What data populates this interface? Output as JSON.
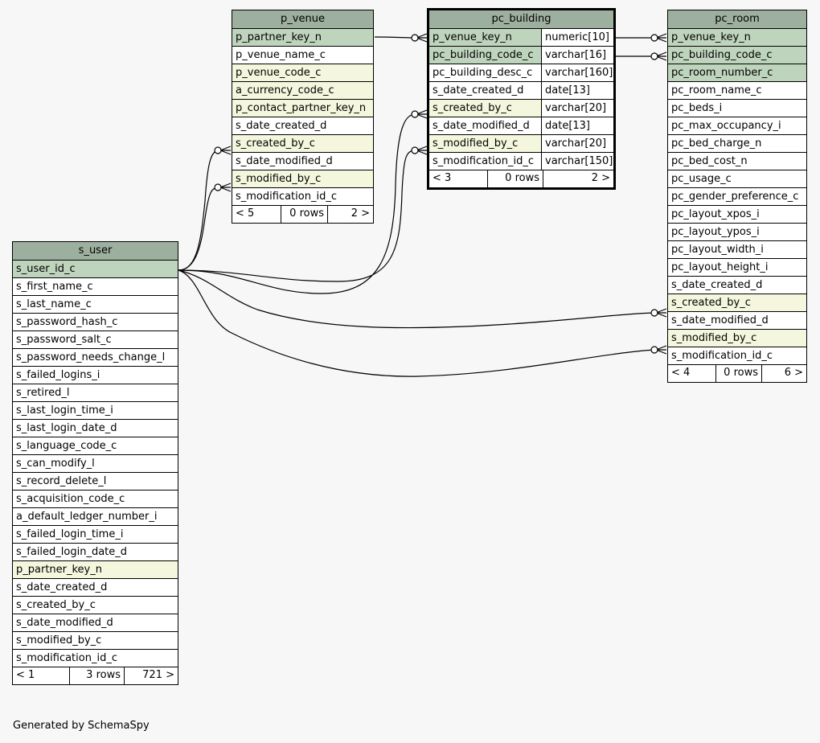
{
  "tables": {
    "p_venue": {
      "name": "p_venue",
      "columns": [
        {
          "name": "p_partner_key_n",
          "kind": "pk"
        },
        {
          "name": "p_venue_name_c",
          "kind": ""
        },
        {
          "name": "p_venue_code_c",
          "kind": "fk"
        },
        {
          "name": "a_currency_code_c",
          "kind": "fk"
        },
        {
          "name": "p_contact_partner_key_n",
          "kind": "fk"
        },
        {
          "name": "s_date_created_d",
          "kind": ""
        },
        {
          "name": "s_created_by_c",
          "kind": "fk"
        },
        {
          "name": "s_date_modified_d",
          "kind": ""
        },
        {
          "name": "s_modified_by_c",
          "kind": "fk"
        },
        {
          "name": "s_modification_id_c",
          "kind": ""
        }
      ],
      "footer": {
        "parents": "< 5",
        "rows": "0 rows",
        "children": "2 >"
      }
    },
    "pc_building": {
      "name": "pc_building",
      "columns": [
        {
          "name": "p_venue_key_n",
          "type": "numeric[10]",
          "kind": "pk"
        },
        {
          "name": "pc_building_code_c",
          "type": "varchar[16]",
          "kind": "pk"
        },
        {
          "name": "pc_building_desc_c",
          "type": "varchar[160]",
          "kind": ""
        },
        {
          "name": "s_date_created_d",
          "type": "date[13]",
          "kind": ""
        },
        {
          "name": "s_created_by_c",
          "type": "varchar[20]",
          "kind": "fk"
        },
        {
          "name": "s_date_modified_d",
          "type": "date[13]",
          "kind": ""
        },
        {
          "name": "s_modified_by_c",
          "type": "varchar[20]",
          "kind": "fk"
        },
        {
          "name": "s_modification_id_c",
          "type": "varchar[150]",
          "kind": ""
        }
      ],
      "footer": {
        "parents": "< 3",
        "rows": "0 rows",
        "children": "2 >"
      }
    },
    "pc_room": {
      "name": "pc_room",
      "columns": [
        {
          "name": "p_venue_key_n",
          "kind": "pk"
        },
        {
          "name": "pc_building_code_c",
          "kind": "pk"
        },
        {
          "name": "pc_room_number_c",
          "kind": "pk"
        },
        {
          "name": "pc_room_name_c",
          "kind": ""
        },
        {
          "name": "pc_beds_i",
          "kind": ""
        },
        {
          "name": "pc_max_occupancy_i",
          "kind": ""
        },
        {
          "name": "pc_bed_charge_n",
          "kind": ""
        },
        {
          "name": "pc_bed_cost_n",
          "kind": ""
        },
        {
          "name": "pc_usage_c",
          "kind": ""
        },
        {
          "name": "pc_gender_preference_c",
          "kind": ""
        },
        {
          "name": "pc_layout_xpos_i",
          "kind": ""
        },
        {
          "name": "pc_layout_ypos_i",
          "kind": ""
        },
        {
          "name": "pc_layout_width_i",
          "kind": ""
        },
        {
          "name": "pc_layout_height_i",
          "kind": ""
        },
        {
          "name": "s_date_created_d",
          "kind": ""
        },
        {
          "name": "s_created_by_c",
          "kind": "fk"
        },
        {
          "name": "s_date_modified_d",
          "kind": ""
        },
        {
          "name": "s_modified_by_c",
          "kind": "fk"
        },
        {
          "name": "s_modification_id_c",
          "kind": ""
        }
      ],
      "footer": {
        "parents": "< 4",
        "rows": "0 rows",
        "children": "6 >"
      }
    },
    "s_user": {
      "name": "s_user",
      "columns": [
        {
          "name": "s_user_id_c",
          "kind": "pk"
        },
        {
          "name": "s_first_name_c",
          "kind": ""
        },
        {
          "name": "s_last_name_c",
          "kind": ""
        },
        {
          "name": "s_password_hash_c",
          "kind": ""
        },
        {
          "name": "s_password_salt_c",
          "kind": ""
        },
        {
          "name": "s_password_needs_change_l",
          "kind": ""
        },
        {
          "name": "s_failed_logins_i",
          "kind": ""
        },
        {
          "name": "s_retired_l",
          "kind": ""
        },
        {
          "name": "s_last_login_time_i",
          "kind": ""
        },
        {
          "name": "s_last_login_date_d",
          "kind": ""
        },
        {
          "name": "s_language_code_c",
          "kind": ""
        },
        {
          "name": "s_can_modify_l",
          "kind": ""
        },
        {
          "name": "s_record_delete_l",
          "kind": ""
        },
        {
          "name": "s_acquisition_code_c",
          "kind": ""
        },
        {
          "name": "a_default_ledger_number_i",
          "kind": ""
        },
        {
          "name": "s_failed_login_time_i",
          "kind": ""
        },
        {
          "name": "s_failed_login_date_d",
          "kind": ""
        },
        {
          "name": "p_partner_key_n",
          "kind": "fk"
        },
        {
          "name": "s_date_created_d",
          "kind": ""
        },
        {
          "name": "s_created_by_c",
          "kind": ""
        },
        {
          "name": "s_date_modified_d",
          "kind": ""
        },
        {
          "name": "s_modified_by_c",
          "kind": ""
        },
        {
          "name": "s_modification_id_c",
          "kind": ""
        }
      ],
      "footer": {
        "parents": "< 1",
        "rows": "3 rows",
        "children": "721 >"
      }
    }
  },
  "footer_text": "Generated by SchemaSpy",
  "colors": {
    "header": "#9daf9e",
    "primary_key": "#bfd4bd",
    "foreign_key": "#f4f7dd",
    "background": "#f7f7f7"
  }
}
